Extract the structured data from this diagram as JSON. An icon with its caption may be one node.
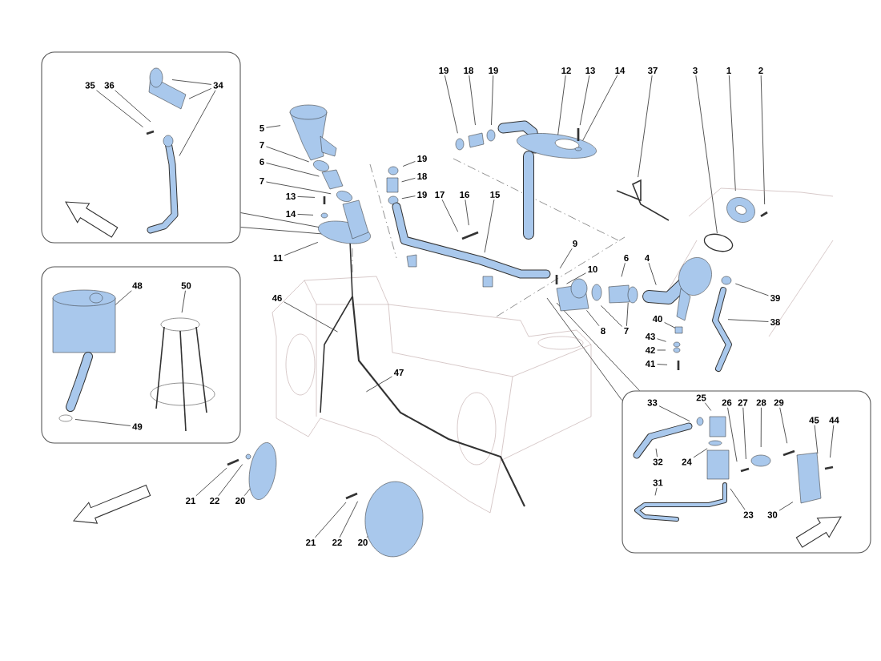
{
  "diagram": {
    "nodes": [
      {
        "text": [],
        "shape": "box"
      },
      {
        "text": [
          "35"
        ],
        "in": 0
      },
      {
        "text": [
          "36"
        ],
        "in": 0
      },
      {
        "text": [
          "34"
        ],
        "in": 0
      },
      {
        "text": [],
        "shape": "box"
      },
      {
        "text": [
          "48"
        ],
        "in": 4
      },
      {
        "text": [
          "50"
        ],
        "in": 4
      },
      {
        "text": [
          "49"
        ],
        "in": 4
      },
      {
        "text": [
          "19"
        ]
      },
      {
        "text": [
          "18"
        ]
      },
      {
        "text": [
          "19"
        ]
      },
      {
        "text": [
          "12"
        ]
      },
      {
        "text": [
          "13"
        ]
      },
      {
        "text": [
          "14"
        ]
      },
      {
        "text": [
          "37"
        ]
      },
      {
        "text": [
          "3"
        ]
      },
      {
        "text": [
          "1"
        ]
      },
      {
        "text": [
          "2"
        ]
      },
      {
        "text": [
          "5"
        ]
      },
      {
        "text": [
          "7"
        ]
      },
      {
        "text": [
          "6"
        ]
      },
      {
        "text": [
          "7"
        ]
      },
      {
        "text": [
          "19"
        ]
      },
      {
        "text": [
          "18"
        ]
      },
      {
        "text": [
          "19"
        ]
      },
      {
        "text": [
          "17"
        ]
      },
      {
        "text": [
          "16"
        ]
      },
      {
        "text": [
          "15"
        ]
      },
      {
        "text": [
          "13"
        ]
      },
      {
        "text": [
          "14"
        ]
      },
      {
        "text": [
          "9"
        ]
      },
      {
        "text": [
          "10"
        ]
      },
      {
        "text": [
          "6"
        ]
      },
      {
        "text": [
          "4"
        ]
      },
      {
        "text": [
          "11"
        ]
      },
      {
        "text": [
          "39"
        ]
      },
      {
        "text": [
          "46"
        ]
      },
      {
        "text": [
          "38"
        ]
      },
      {
        "text": [
          "40"
        ]
      },
      {
        "text": [
          "8"
        ]
      },
      {
        "text": [
          "7"
        ]
      },
      {
        "text": [
          "43"
        ]
      },
      {
        "text": [
          "42"
        ]
      },
      {
        "text": [
          "41"
        ]
      },
      {
        "text": [
          "47"
        ]
      },
      {
        "text": [],
        "shape": "box"
      },
      {
        "text": [
          "33"
        ],
        "in": 45
      },
      {
        "text": [
          "25"
        ],
        "in": 45
      },
      {
        "text": [
          "26"
        ],
        "in": 45
      },
      {
        "text": [
          "27"
        ],
        "in": 45
      },
      {
        "text": [
          "28"
        ],
        "in": 45
      },
      {
        "text": [
          "29"
        ],
        "in": 45
      },
      {
        "text": [
          "45"
        ],
        "in": 45
      },
      {
        "text": [
          "44"
        ],
        "in": 45
      },
      {
        "text": [
          "32"
        ],
        "in": 45
      },
      {
        "text": [
          "24"
        ],
        "in": 45
      },
      {
        "text": [
          "31"
        ],
        "in": 45
      },
      {
        "text": [
          "23"
        ],
        "in": 45
      },
      {
        "text": [
          "30"
        ],
        "in": 45
      },
      {
        "text": [
          "21"
        ]
      },
      {
        "text": [
          "22"
        ]
      },
      {
        "text": [
          "20"
        ]
      },
      {
        "text": [
          "21"
        ]
      },
      {
        "text": [
          "22"
        ]
      },
      {
        "text": [
          "20"
        ]
      }
    ],
    "edges": [
      {
        "from": 0,
        "to": null,
        "arrow": "none"
      },
      {
        "from": 0,
        "to": null,
        "arrow": "none"
      },
      {
        "from": 1,
        "to": null,
        "arrow": "none"
      },
      {
        "from": 2,
        "to": null,
        "arrow": "none"
      },
      {
        "from": 3,
        "to": null,
        "arrow": "none"
      },
      {
        "from": 3,
        "to": null,
        "arrow": "none"
      },
      {
        "from": 3,
        "to": null,
        "arrow": "none"
      },
      {
        "from": 5,
        "to": null,
        "arrow": "none"
      },
      {
        "from": 6,
        "to": null,
        "arrow": "none"
      },
      {
        "from": 7,
        "to": null,
        "arrow": "none"
      },
      {
        "from": 8,
        "to": null,
        "arrow": "none"
      },
      {
        "from": 9,
        "to": null,
        "arrow": "none"
      },
      {
        "from": 10,
        "to": null,
        "arrow": "none"
      },
      {
        "from": 11,
        "to": null,
        "arrow": "none"
      },
      {
        "from": 12,
        "to": null,
        "arrow": "none"
      },
      {
        "from": 13,
        "to": null,
        "arrow": "none"
      },
      {
        "from": 14,
        "to": null,
        "arrow": "none"
      },
      {
        "from": 15,
        "to": null,
        "arrow": "none"
      },
      {
        "from": 16,
        "to": null,
        "arrow": "none"
      },
      {
        "from": 17,
        "to": null,
        "arrow": "none"
      },
      {
        "from": 18,
        "to": null,
        "arrow": "none"
      },
      {
        "from": 19,
        "to": null,
        "arrow": "none"
      },
      {
        "from": 20,
        "to": null,
        "arrow": "none"
      },
      {
        "from": 21,
        "to": null,
        "arrow": "none"
      },
      {
        "from": 22,
        "to": null,
        "arrow": "none"
      },
      {
        "from": 23,
        "to": null,
        "arrow": "none"
      },
      {
        "from": 24,
        "to": null,
        "arrow": "none"
      },
      {
        "from": 25,
        "to": null,
        "arrow": "none"
      },
      {
        "from": 26,
        "to": null,
        "arrow": "none"
      },
      {
        "from": 27,
        "to": null,
        "arrow": "none"
      },
      {
        "from": 28,
        "to": null,
        "arrow": "none"
      },
      {
        "from": 29,
        "to": null,
        "arrow": "none"
      },
      {
        "from": 30,
        "to": null,
        "arrow": "none"
      },
      {
        "from": 31,
        "to": null,
        "arrow": "none"
      },
      {
        "from": 32,
        "to": null,
        "arrow": "none"
      },
      {
        "from": 33,
        "to": null,
        "arrow": "none"
      },
      {
        "from": 34,
        "to": null,
        "arrow": "none"
      },
      {
        "from": 35,
        "to": null,
        "arrow": "none"
      },
      {
        "from": 36,
        "to": null,
        "arrow": "none"
      },
      {
        "from": 37,
        "to": null,
        "arrow": "none"
      },
      {
        "from": 38,
        "to": null,
        "arrow": "none"
      },
      {
        "from": 39,
        "to": null,
        "arrow": "none"
      },
      {
        "from": 40,
        "to": null,
        "arrow": "none"
      },
      {
        "from": 40,
        "to": null,
        "arrow": "none"
      },
      {
        "from": 41,
        "to": null,
        "arrow": "none"
      },
      {
        "from": 42,
        "to": null,
        "arrow": "none"
      },
      {
        "from": 43,
        "to": null,
        "arrow": "none"
      },
      {
        "from": 44,
        "to": null,
        "arrow": "none"
      },
      {
        "from": 45,
        "to": null,
        "arrow": "none"
      },
      {
        "from": 45,
        "to": null,
        "arrow": "none"
      },
      {
        "from": 46,
        "to": null,
        "arrow": "none"
      },
      {
        "from": 47,
        "to": null,
        "arrow": "none"
      },
      {
        "from": 48,
        "to": null,
        "arrow": "none"
      },
      {
        "from": 49,
        "to": null,
        "arrow": "none"
      },
      {
        "from": 50,
        "to": null,
        "arrow": "none"
      },
      {
        "from": 51,
        "to": null,
        "arrow": "none"
      },
      {
        "from": 52,
        "to": null,
        "arrow": "none"
      },
      {
        "from": 53,
        "to": null,
        "arrow": "none"
      },
      {
        "from": 54,
        "to": null,
        "arrow": "none"
      },
      {
        "from": 55,
        "to": null,
        "arrow": "none"
      },
      {
        "from": 56,
        "to": null,
        "arrow": "none"
      },
      {
        "from": 57,
        "to": null,
        "arrow": "none"
      },
      {
        "from": 58,
        "to": null,
        "arrow": "none"
      },
      {
        "from": 59,
        "to": null,
        "arrow": "none"
      },
      {
        "from": 60,
        "to": null,
        "arrow": "none"
      },
      {
        "from": 61,
        "to": null,
        "arrow": "none"
      },
      {
        "from": 62,
        "to": null,
        "arrow": "none"
      },
      {
        "from": 63,
        "to": null,
        "arrow": "none"
      },
      {
        "from": 64,
        "to": null,
        "arrow": "none"
      }
    ]
  }
}
